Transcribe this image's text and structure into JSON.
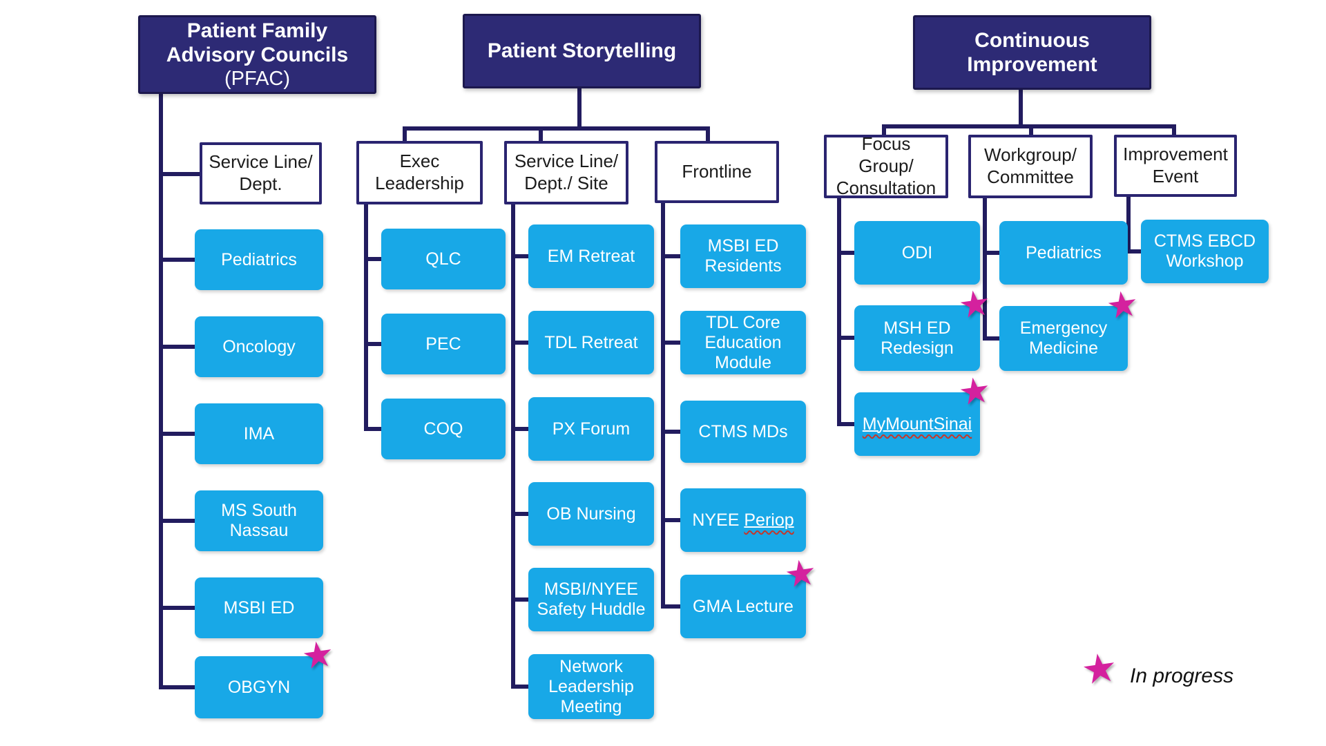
{
  "diagram": {
    "sections": [
      {
        "id": "pfac",
        "title": "Patient Family Advisory Councils",
        "subtitle": "(PFAC)",
        "groups": [
          {
            "category": "Service Line/ Dept.",
            "items": [
              {
                "label": "Pediatrics"
              },
              {
                "label": "Oncology"
              },
              {
                "label": "IMA"
              },
              {
                "label": "MS South Nassau"
              },
              {
                "label": "MSBI ED"
              },
              {
                "label": "OBGYN",
                "in_progress": true
              }
            ]
          }
        ]
      },
      {
        "id": "patient-storytelling",
        "title": "Patient Storytelling",
        "groups": [
          {
            "category": "Exec Leadership",
            "items": [
              {
                "label": "QLC"
              },
              {
                "label": "PEC"
              },
              {
                "label": "COQ"
              }
            ]
          },
          {
            "category": "Service Line/ Dept./ Site",
            "items": [
              {
                "label": "EM Retreat"
              },
              {
                "label": "TDL Retreat"
              },
              {
                "label": "PX Forum"
              },
              {
                "label": "OB Nursing"
              },
              {
                "label": "MSBI/NYEE Safety Huddle"
              },
              {
                "label": "Network Leadership Meeting"
              }
            ]
          },
          {
            "category": "Frontline",
            "items": [
              {
                "label": "MSBI ED Residents"
              },
              {
                "label": "TDL Core Education Module"
              },
              {
                "label": "CTMS MDs"
              },
              {
                "label_prefix": "NYEE ",
                "label_underline": "Periop"
              },
              {
                "label": "GMA Lecture",
                "in_progress": true
              }
            ]
          }
        ]
      },
      {
        "id": "continuous-improvement",
        "title": "Continuous Improvement",
        "groups": [
          {
            "category": "Focus Group/ Consultation",
            "items": [
              {
                "label": "ODI"
              },
              {
                "label": "MSH ED Redesign",
                "in_progress": true
              },
              {
                "label_underline": "MyMountSinai",
                "in_progress": true
              }
            ]
          },
          {
            "category": "Workgroup/ Committee",
            "items": [
              {
                "label": "Pediatrics"
              },
              {
                "label": "Emergency Medicine",
                "in_progress": true
              }
            ]
          },
          {
            "category": "Improvement Event",
            "items": [
              {
                "label": "CTMS EBCD Workshop"
              }
            ]
          }
        ]
      }
    ],
    "icons": {
      "in_progress_star": "★"
    },
    "legend": {
      "label": "In progress"
    },
    "colors": {
      "header_bg": "#2D2A75",
      "header_border": "#1C184E",
      "node_bg": "#18A8E7",
      "connector": "#221C5F",
      "star": "#D4219E",
      "spellcheck_underline": "#C4372B"
    }
  }
}
